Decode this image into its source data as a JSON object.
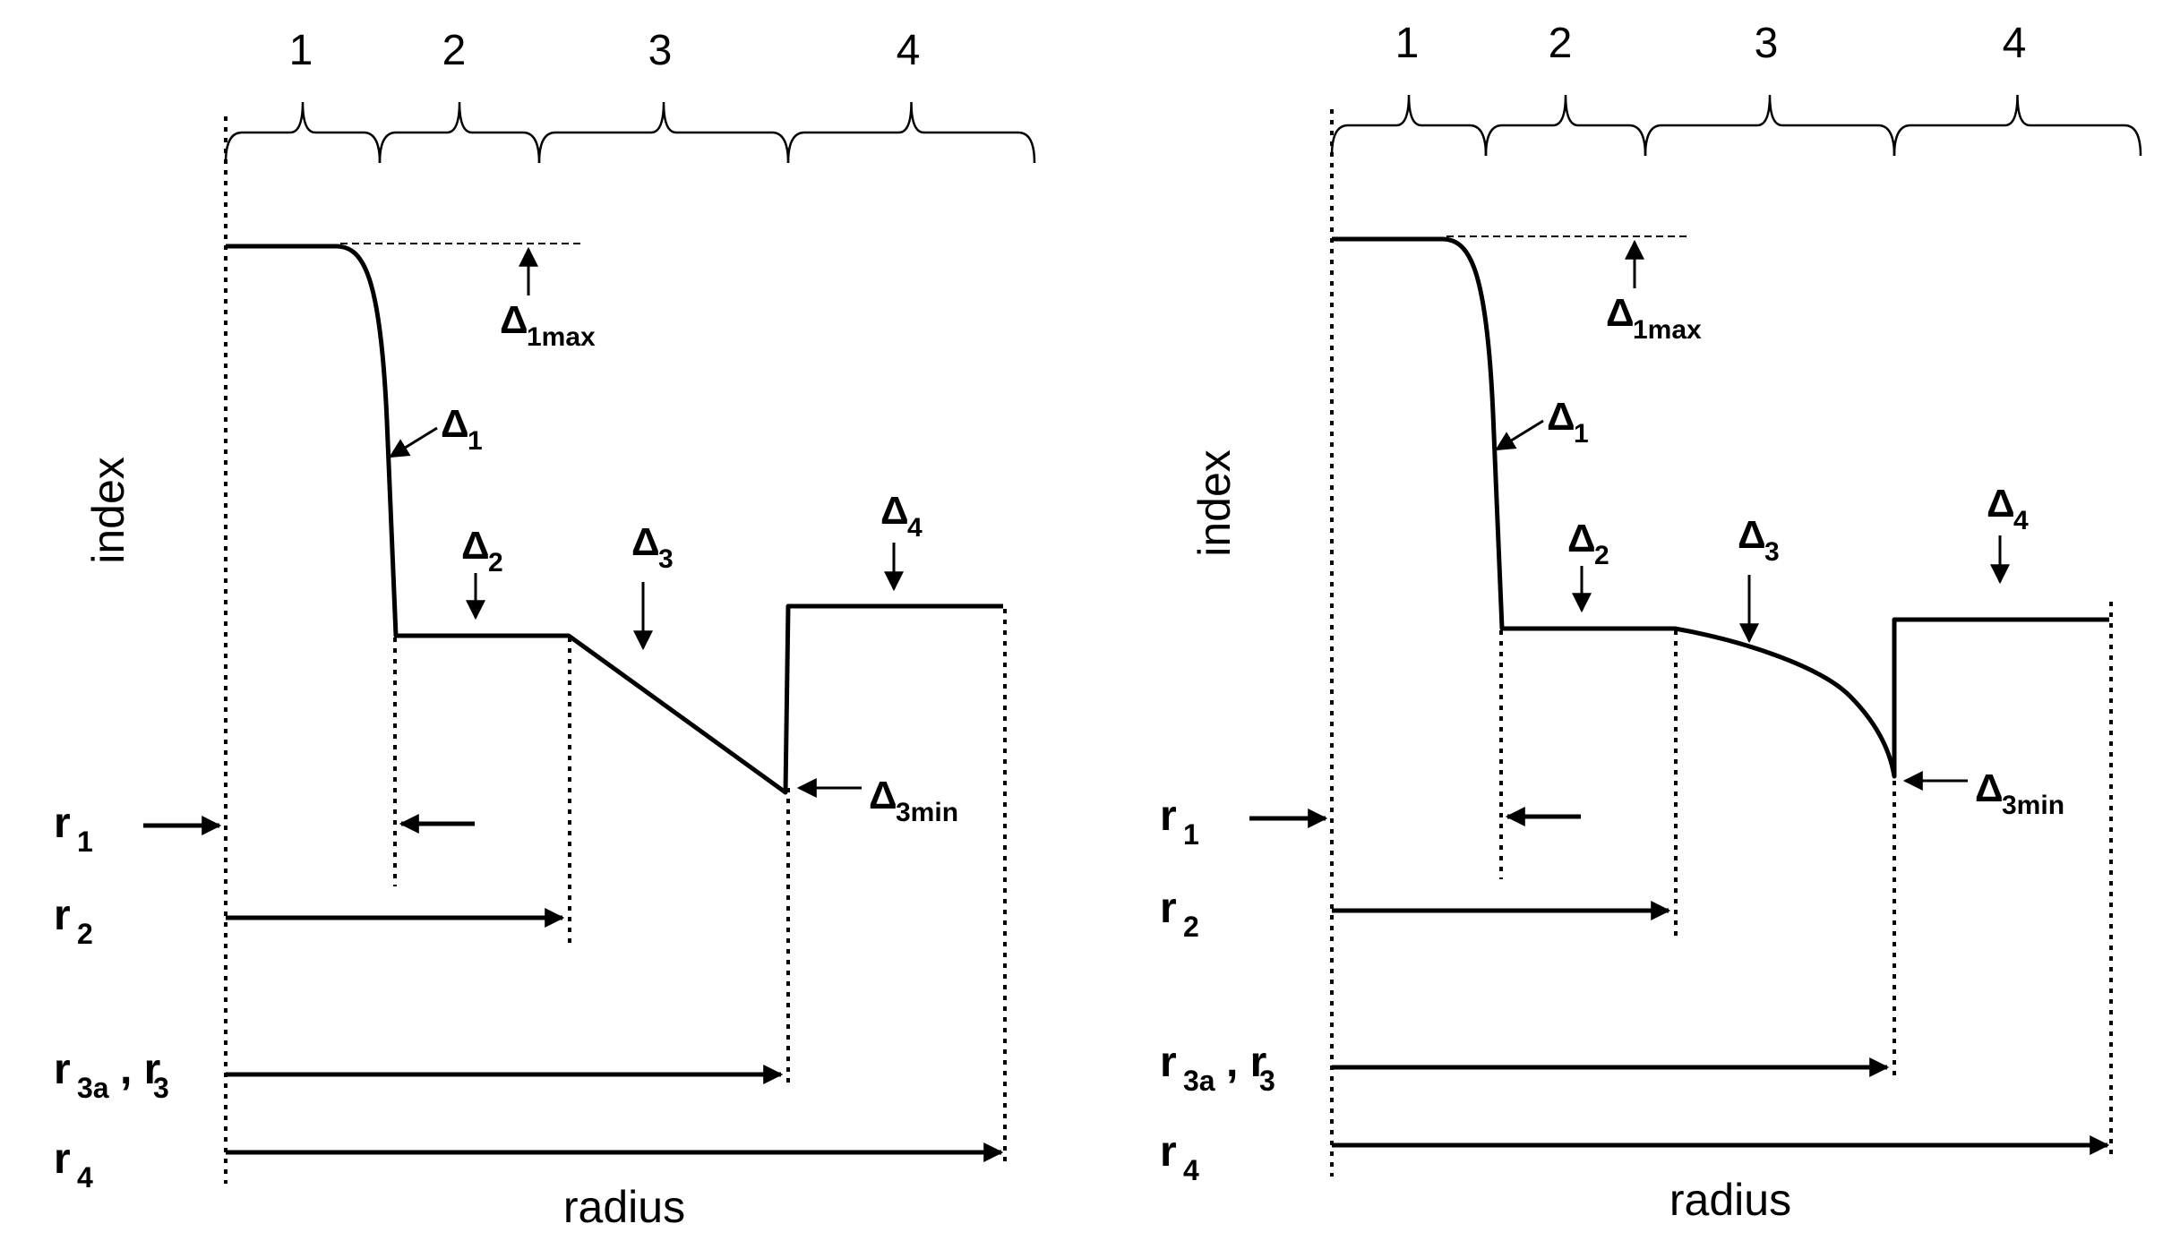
{
  "panels": [
    {
      "id": "left",
      "variant": "linear trench",
      "regions": [
        "1",
        "2",
        "3",
        "4"
      ],
      "ylabel": "index",
      "xlabel": "radius",
      "deltas": {
        "d1max": {
          "sym": "Δ",
          "sub": "1max"
        },
        "d1": {
          "sym": "Δ",
          "sub": "1"
        },
        "d2": {
          "sym": "Δ",
          "sub": "2"
        },
        "d3": {
          "sym": "Δ",
          "sub": "3"
        },
        "d4": {
          "sym": "Δ",
          "sub": "4"
        },
        "d3min": {
          "sym": "Δ",
          "sub": "3min"
        }
      },
      "radii": {
        "r1": {
          "main": "r",
          "sub": "1"
        },
        "r2": {
          "main": "r",
          "sub": "2"
        },
        "r3": {
          "main": "r",
          "sub": "3a",
          "extra": ", r",
          "sub2": "3"
        },
        "r4": {
          "main": "r",
          "sub": "4"
        }
      }
    },
    {
      "id": "right",
      "variant": "curved trench",
      "regions": [
        "1",
        "2",
        "3",
        "4"
      ],
      "ylabel": "index",
      "xlabel": "radius",
      "deltas": {
        "d1max": {
          "sym": "Δ",
          "sub": "1max"
        },
        "d1": {
          "sym": "Δ",
          "sub": "1"
        },
        "d2": {
          "sym": "Δ",
          "sub": "2"
        },
        "d3": {
          "sym": "Δ",
          "sub": "3"
        },
        "d4": {
          "sym": "Δ",
          "sub": "4"
        },
        "d3min": {
          "sym": "Δ",
          "sub": "3min"
        }
      },
      "radii": {
        "r1": {
          "main": "r",
          "sub": "1"
        },
        "r2": {
          "main": "r",
          "sub": "2"
        },
        "r3": {
          "main": "r",
          "sub": "3a",
          "extra": ", r",
          "sub2": "3"
        },
        "r4": {
          "main": "r",
          "sub": "4"
        }
      }
    }
  ],
  "colors": {
    "ink": "#000000",
    "background": "#ffffff"
  }
}
